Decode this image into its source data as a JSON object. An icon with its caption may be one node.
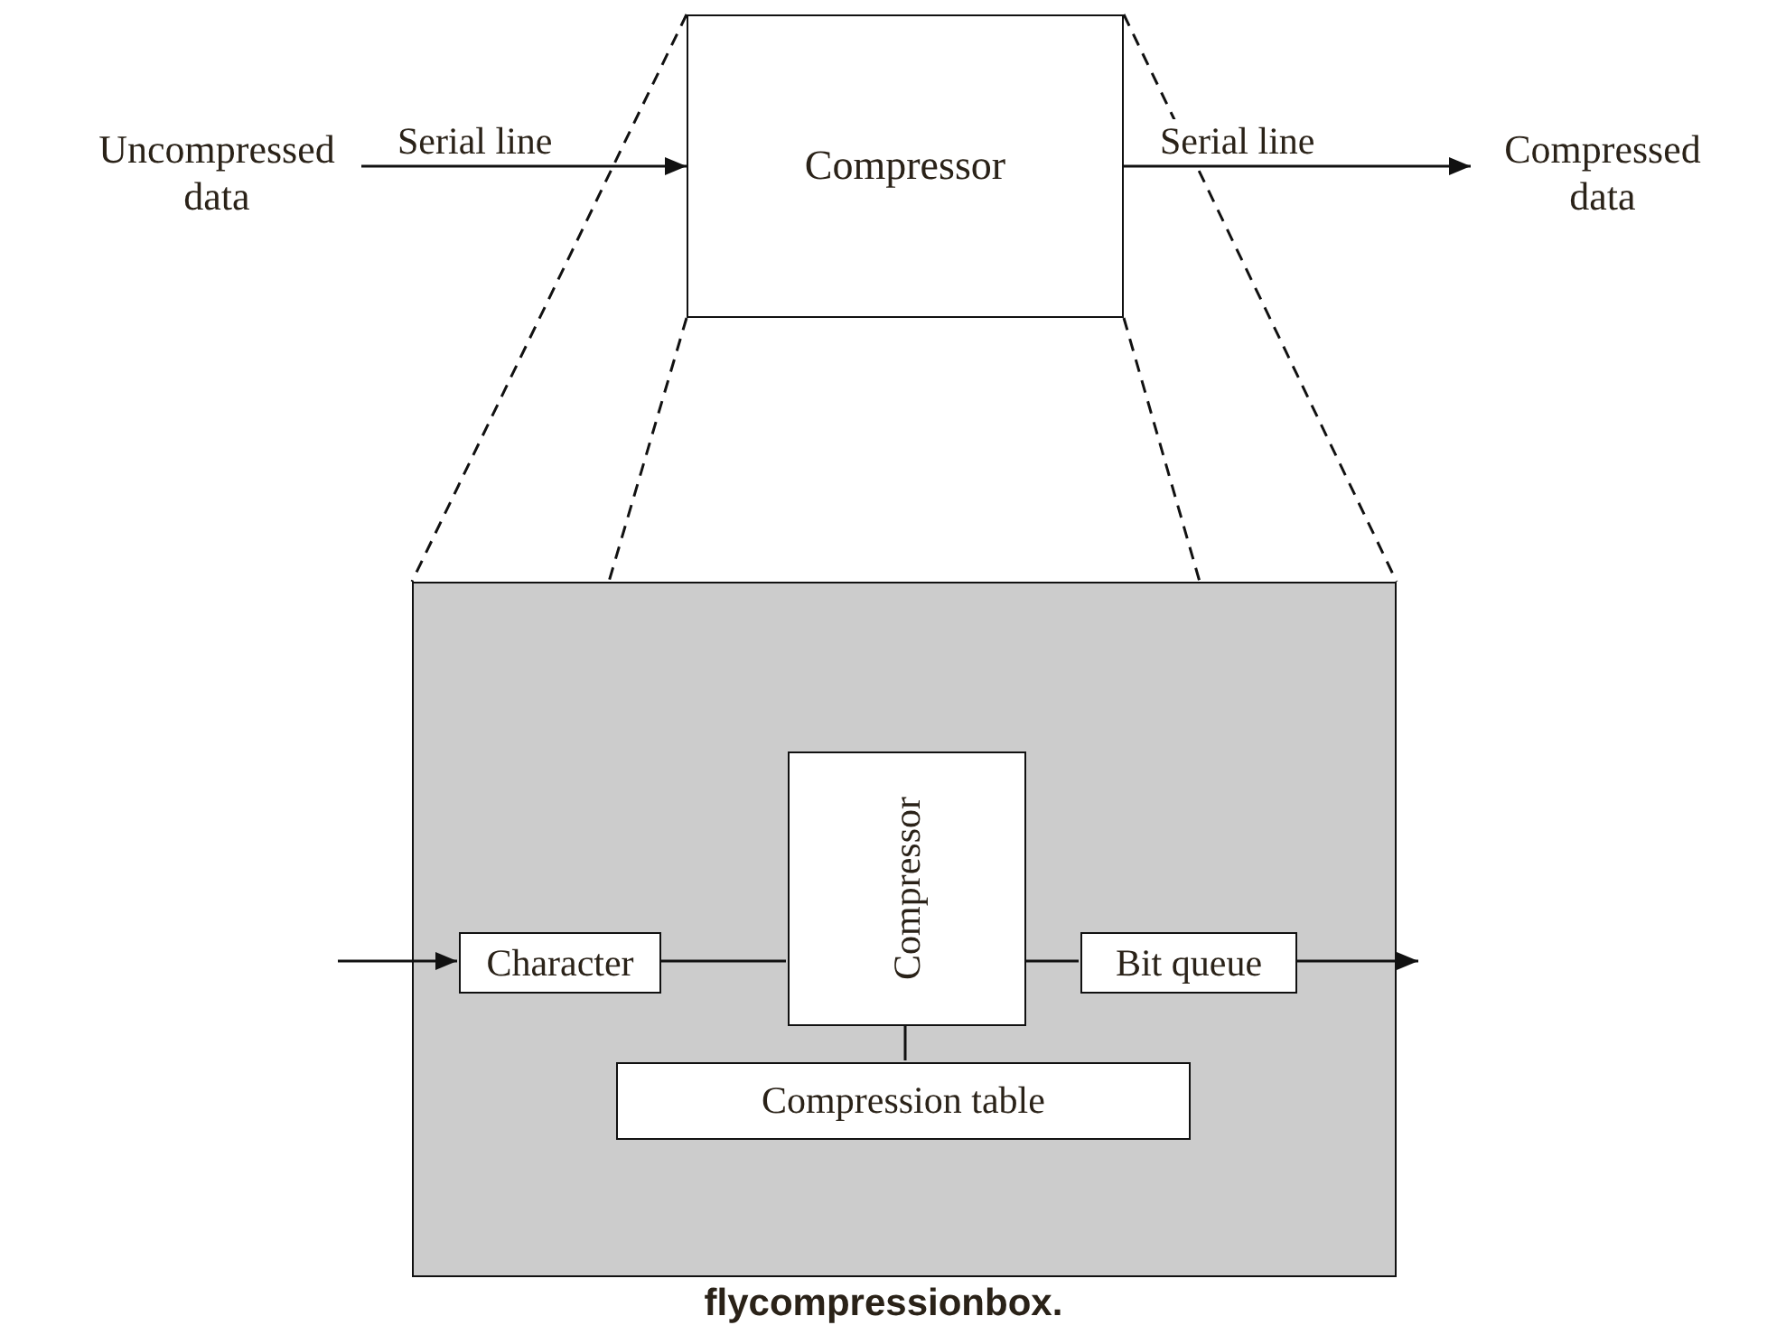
{
  "diagram": {
    "caption": "flycompressionbox.",
    "nodes": [
      {
        "text": [
          "Uncompressed data"
        ]
      },
      {
        "text": [
          "Compressor"
        ]
      },
      {
        "text": [
          "Compressed data"
        ]
      },
      {
        "text": [],
        "shape": "box"
      },
      {
        "text": [
          "Character"
        ],
        "in": 3
      },
      {
        "text": [
          "Compressor"
        ],
        "in": 3
      },
      {
        "text": [
          "Bit queue"
        ],
        "in": 3
      },
      {
        "text": [
          "Compression table"
        ],
        "in": 3
      }
    ],
    "edges": [
      {
        "from": 0,
        "to": 1,
        "arrow": "to",
        "label": "Serial line"
      },
      {
        "from": 1,
        "to": 2,
        "arrow": "to",
        "label": "Serial line"
      },
      {
        "from": 1,
        "to": 3,
        "arrow": "none",
        "style": "dashed"
      },
      {
        "from": 1,
        "to": 3,
        "arrow": "none",
        "style": "dashed"
      },
      {
        "from": 1,
        "to": 3,
        "arrow": "none",
        "style": "dashed"
      },
      {
        "from": 1,
        "to": 3,
        "arrow": "none",
        "style": "dashed"
      },
      {
        "from": null,
        "to": 4,
        "arrow": "to"
      },
      {
        "from": 4,
        "to": 5,
        "arrow": "none"
      },
      {
        "from": 5,
        "to": 6,
        "arrow": "none"
      },
      {
        "from": 6,
        "to": null,
        "arrow": "to"
      },
      {
        "from": 5,
        "to": 7,
        "arrow": "none"
      }
    ]
  }
}
